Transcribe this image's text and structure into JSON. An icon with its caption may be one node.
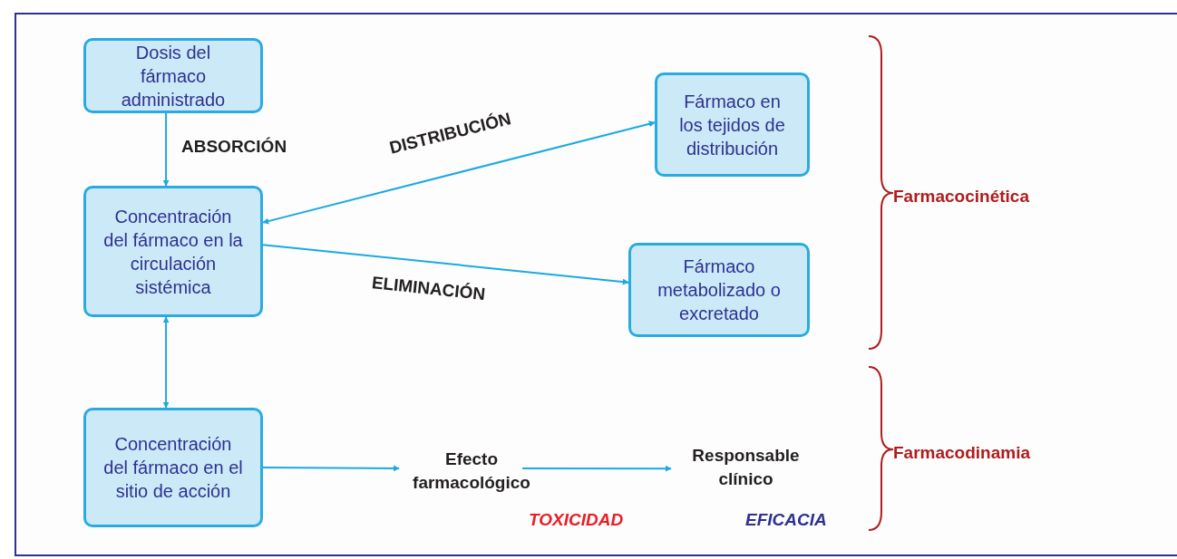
{
  "diagram": {
    "nodes": [
      {
        "text": [
          "Dosis del fármaco administrado"
        ]
      },
      {
        "text": [
          "Concentración del fármaco en la circulación sistémica"
        ]
      },
      {
        "text": [
          "Fármaco en los tejidos de distribución"
        ]
      },
      {
        "text": [
          "Fármaco metabolizado o excretado"
        ]
      },
      {
        "text": [
          "Concentración del fármaco en el sitio de acción"
        ]
      },
      {
        "text": [
          "Efecto farmacológico"
        ]
      },
      {
        "text": [
          "Responsable clínico"
        ]
      }
    ],
    "edges": [
      {
        "from": 0,
        "to": 1,
        "arrow": "to",
        "label": "ABSORCIÓN"
      },
      {
        "from": 1,
        "to": 2,
        "arrow": "both",
        "label": "DISTRIBUCIÓN"
      },
      {
        "from": 1,
        "to": 3,
        "arrow": "to",
        "label": "ELIMINACIÓN"
      },
      {
        "from": 1,
        "to": 4,
        "arrow": "both"
      },
      {
        "from": 4,
        "to": 5,
        "arrow": "to"
      },
      {
        "from": 5,
        "to": 6,
        "arrow": "to"
      }
    ],
    "labels": [
      "Farmacocinética",
      "Farmacodinamia",
      "TOXICIDAD",
      "EFICACIA"
    ]
  }
}
